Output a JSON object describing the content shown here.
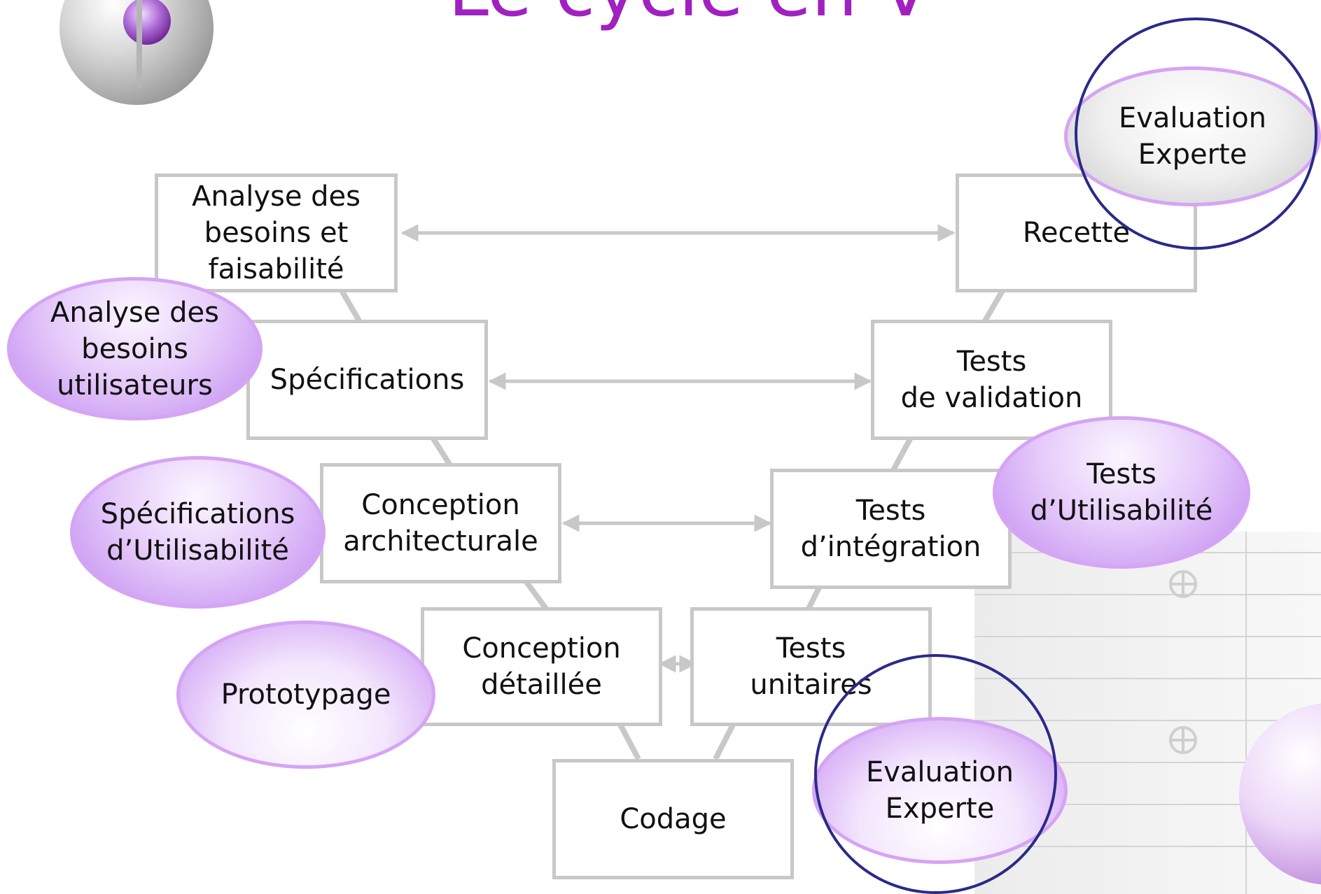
{
  "title": "Le cycle en V",
  "boxes": {
    "analyse_faisabilite": "Analyse des\nbesoins et\nfaisabilité",
    "specifications": "Spécifications",
    "conception_architecturale": "Conception\narchitecturale",
    "conception_detaillee": "Conception\ndétaillée",
    "codage": "Codage",
    "tests_unitaires": "Tests\nunitaires",
    "tests_integration": "Tests\nd’intégration",
    "tests_validation": "Tests\nde validation",
    "recette": "Recette"
  },
  "ovals": {
    "analyse_utilisateurs": "Analyse des\nbesoins\nutilisateurs",
    "specifications_utilisabilite": "Spécifications\nd’Utilisabilité",
    "prototypage": "Prototypage",
    "tests_utilisabilite": "Tests\nd’Utilisabilité",
    "evaluation_experte_top": "Evaluation\nExperte",
    "evaluation_experte_bottom": "Evaluation\nExperte"
  },
  "colors": {
    "title": "#a020c0",
    "box_border": "#c8c8c8",
    "arrow": "#c8c8c8",
    "oval_border": "#d6a4f4",
    "oval_fill": "#c892f2",
    "circle_outline": "#2a2a8a"
  }
}
